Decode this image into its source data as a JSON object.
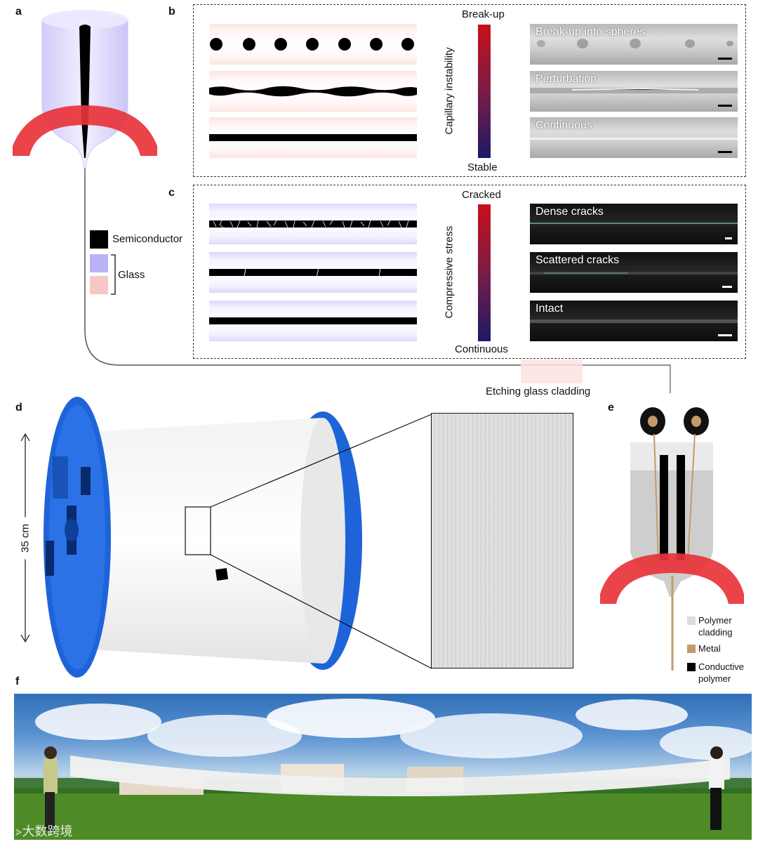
{
  "panels": {
    "a": "a",
    "b": "b",
    "c": "c",
    "d": "d",
    "e": "e",
    "f": "f"
  },
  "legend_a": {
    "semiconductor": "Semiconductor",
    "glass": "Glass"
  },
  "panel_b": {
    "axis_label": "Capillary instability",
    "top_label": "Break-up",
    "bottom_label": "Stable",
    "photos": [
      "Break-up into spheres",
      "Perturbation",
      "Continuous"
    ]
  },
  "panel_c": {
    "axis_label": "Compressive stress",
    "top_label": "Cracked",
    "bottom_label": "Continuous",
    "photos": [
      "Dense cracks",
      "Scattered cracks",
      "Intact"
    ]
  },
  "etching_label": "Etching glass cladding",
  "panel_d": {
    "dimension_label": "35 cm"
  },
  "legend_e": {
    "polymer": "Polymer cladding",
    "polymer_l1": "Polymer",
    "polymer_l2": "cladding",
    "metal": "Metal",
    "conductive": "Conductive polymer",
    "conductive_l1": "Conductive",
    "conductive_l2": "polymer"
  },
  "watermark": "大数跨境",
  "colors": {
    "semiconductor": "#000000",
    "glass_blue": "#b9b3f5",
    "glass_pink": "#f8c6c3",
    "heater_red": "#e8333a",
    "spool_blue": "#1e64d8",
    "metal": "#c49a6c"
  }
}
